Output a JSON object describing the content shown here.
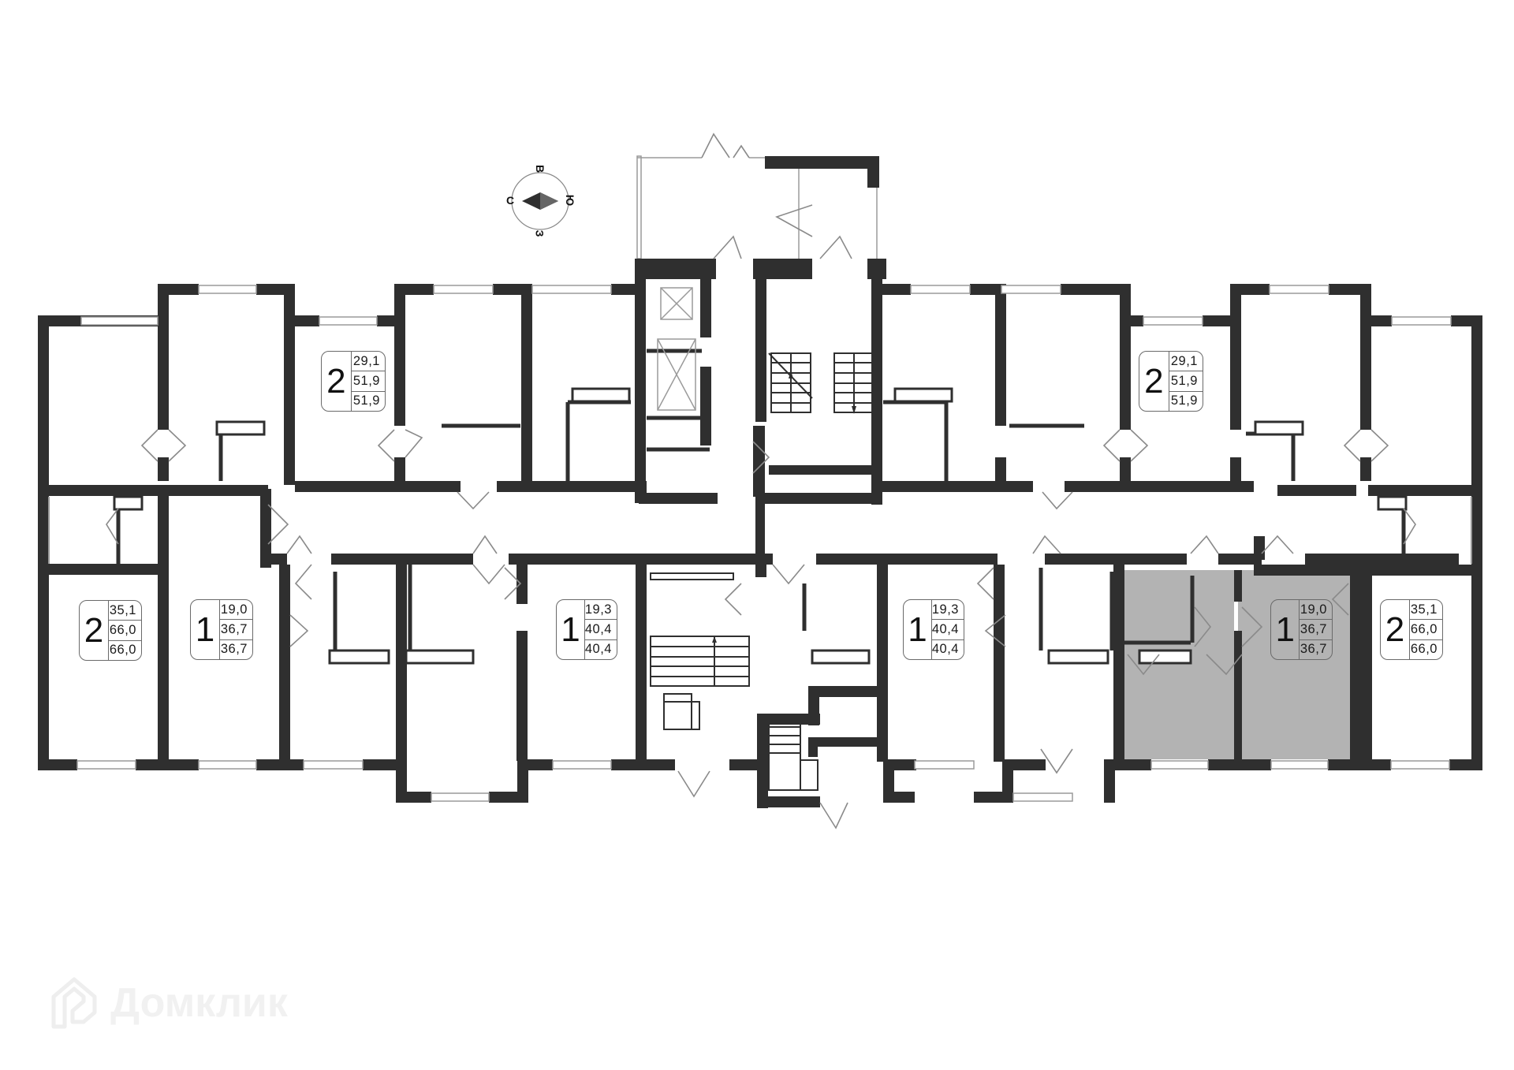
{
  "compass": {
    "north": "С",
    "east": "В",
    "south": "Ю",
    "west": "З"
  },
  "apartments": [
    {
      "id": "top-left-2",
      "rooms": "2",
      "living_area": "29,1",
      "total_area": "51,9",
      "total_area_with_balcony": "51,9",
      "highlighted": false
    },
    {
      "id": "top-right-2",
      "rooms": "2",
      "living_area": "29,1",
      "total_area": "51,9",
      "total_area_with_balcony": "51,9",
      "highlighted": false
    },
    {
      "id": "bottom-far-left-2",
      "rooms": "2",
      "living_area": "35,1",
      "total_area": "66,0",
      "total_area_with_balcony": "66,0",
      "highlighted": false
    },
    {
      "id": "bottom-left-1",
      "rooms": "1",
      "living_area": "19,0",
      "total_area": "36,7",
      "total_area_with_balcony": "36,7",
      "highlighted": false
    },
    {
      "id": "bottom-center-left-1",
      "rooms": "1",
      "living_area": "19,3",
      "total_area": "40,4",
      "total_area_with_balcony": "40,4",
      "highlighted": false
    },
    {
      "id": "bottom-center-right-1",
      "rooms": "1",
      "living_area": "19,3",
      "total_area": "40,4",
      "total_area_with_balcony": "40,4",
      "highlighted": false
    },
    {
      "id": "bottom-right-1",
      "rooms": "1",
      "living_area": "19,0",
      "total_area": "36,7",
      "total_area_with_balcony": "36,7",
      "highlighted": true
    },
    {
      "id": "bottom-far-right-2",
      "rooms": "2",
      "living_area": "35,1",
      "total_area": "66,0",
      "total_area_with_balcony": "66,0",
      "highlighted": false
    }
  ],
  "colors": {
    "wall": "#2f2f2f",
    "highlight": "#b3b3b3",
    "background": "#ffffff"
  },
  "watermark": {
    "text": "Домклик",
    "icon": "house-logo-icon"
  }
}
